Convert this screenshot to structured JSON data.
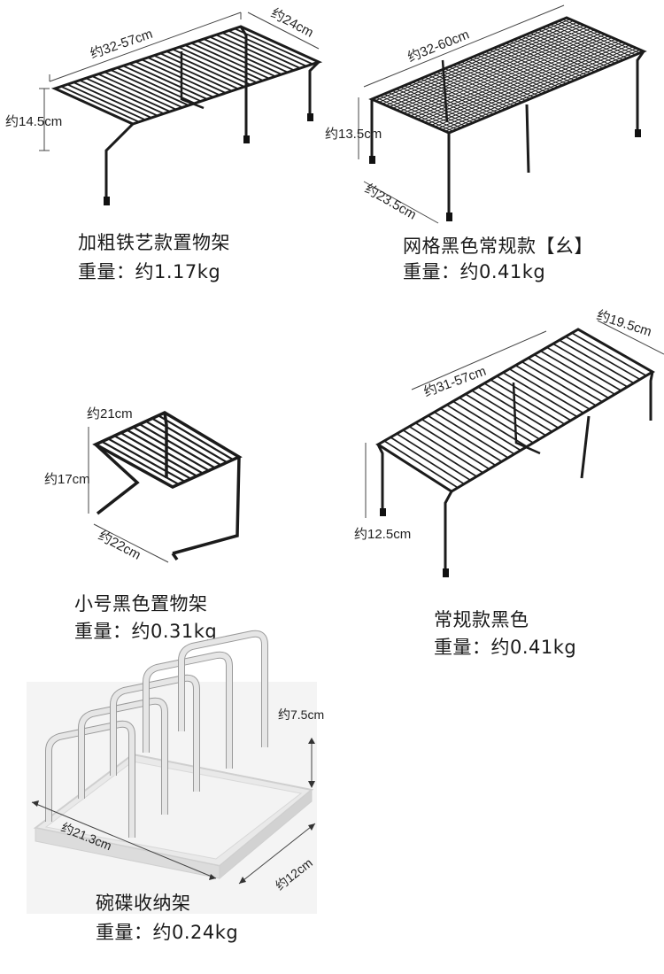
{
  "products": [
    {
      "name": "加粗铁艺款置物架",
      "weight": "重量：约1.17kg",
      "dims": {
        "length": "约32-57cm",
        "depth": "约24cm",
        "height": "约14.5cm"
      }
    },
    {
      "name": "网格黑色常规款【幺】",
      "weight": "重量：约0.41kg",
      "dims": {
        "length": "约32-60cm",
        "depth": "约23.5cm",
        "height": "约13.5cm"
      }
    },
    {
      "name": "小号黑色置物架",
      "weight": "重量：约0.31kg",
      "dims": {
        "width": "约21cm",
        "height": "约17cm",
        "depth": "约22cm"
      }
    },
    {
      "name": "常规款黑色",
      "weight": "重量：约0.41kg",
      "dims": {
        "length": "约31-57cm",
        "depth": "约19.5cm",
        "height": "约12.5cm"
      }
    },
    {
      "name": "碗碟收纳架",
      "weight": "重量：约0.24kg",
      "dims": {
        "height": "约7.5cm",
        "length": "约21.3cm",
        "depth": "约12cm"
      }
    }
  ],
  "colors": {
    "rack_black": "#1b1b1b",
    "rack_white": "#f2f2f2",
    "text": "#1a1a1a"
  }
}
